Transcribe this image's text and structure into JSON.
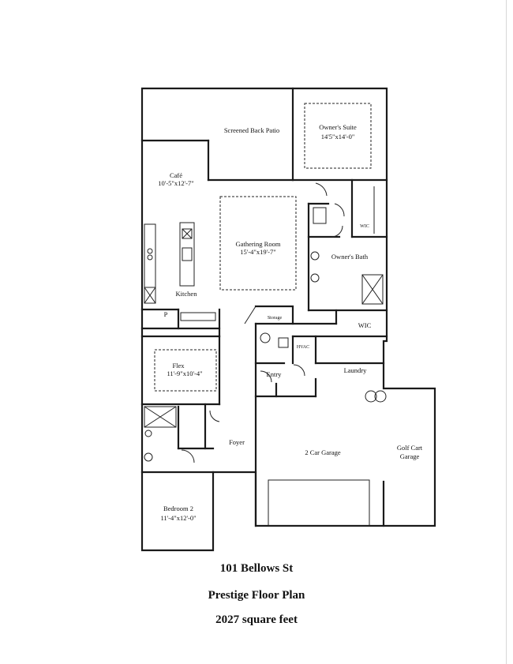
{
  "rooms": {
    "screened_patio": "Screened Back Patio",
    "owners_suite": "Owner's Suite",
    "owners_suite_dim": "14'5\"x14'-0\"",
    "cafe": "Café",
    "cafe_dim": "10'-5\"x12'-7\"",
    "gathering": "Gathering Room",
    "gathering_dim": "15'-4\"x19'-7\"",
    "owners_bath": "Owner's Bath",
    "wic_top": "WIC",
    "wic_mid": "WIC",
    "kitchen": "Kitchen",
    "pantry": "P",
    "storage": "Storage",
    "hvac": "HVAC",
    "flex": "Flex",
    "flex_dim": "11'-9\"x10'-4\"",
    "entry": "Entry",
    "laundry": "Laundry",
    "foyer": "Foyer",
    "garage": "2 Car Garage",
    "golf_cart_1": "Golf Cart",
    "golf_cart_2": "Garage",
    "bedroom2": "Bedroom 2",
    "bedroom2_dim": "11'-4\"x12'-0\""
  },
  "caption": {
    "address": "101 Bellows St",
    "plan_name": "Prestige Floor Plan",
    "area": "2027 square feet"
  }
}
